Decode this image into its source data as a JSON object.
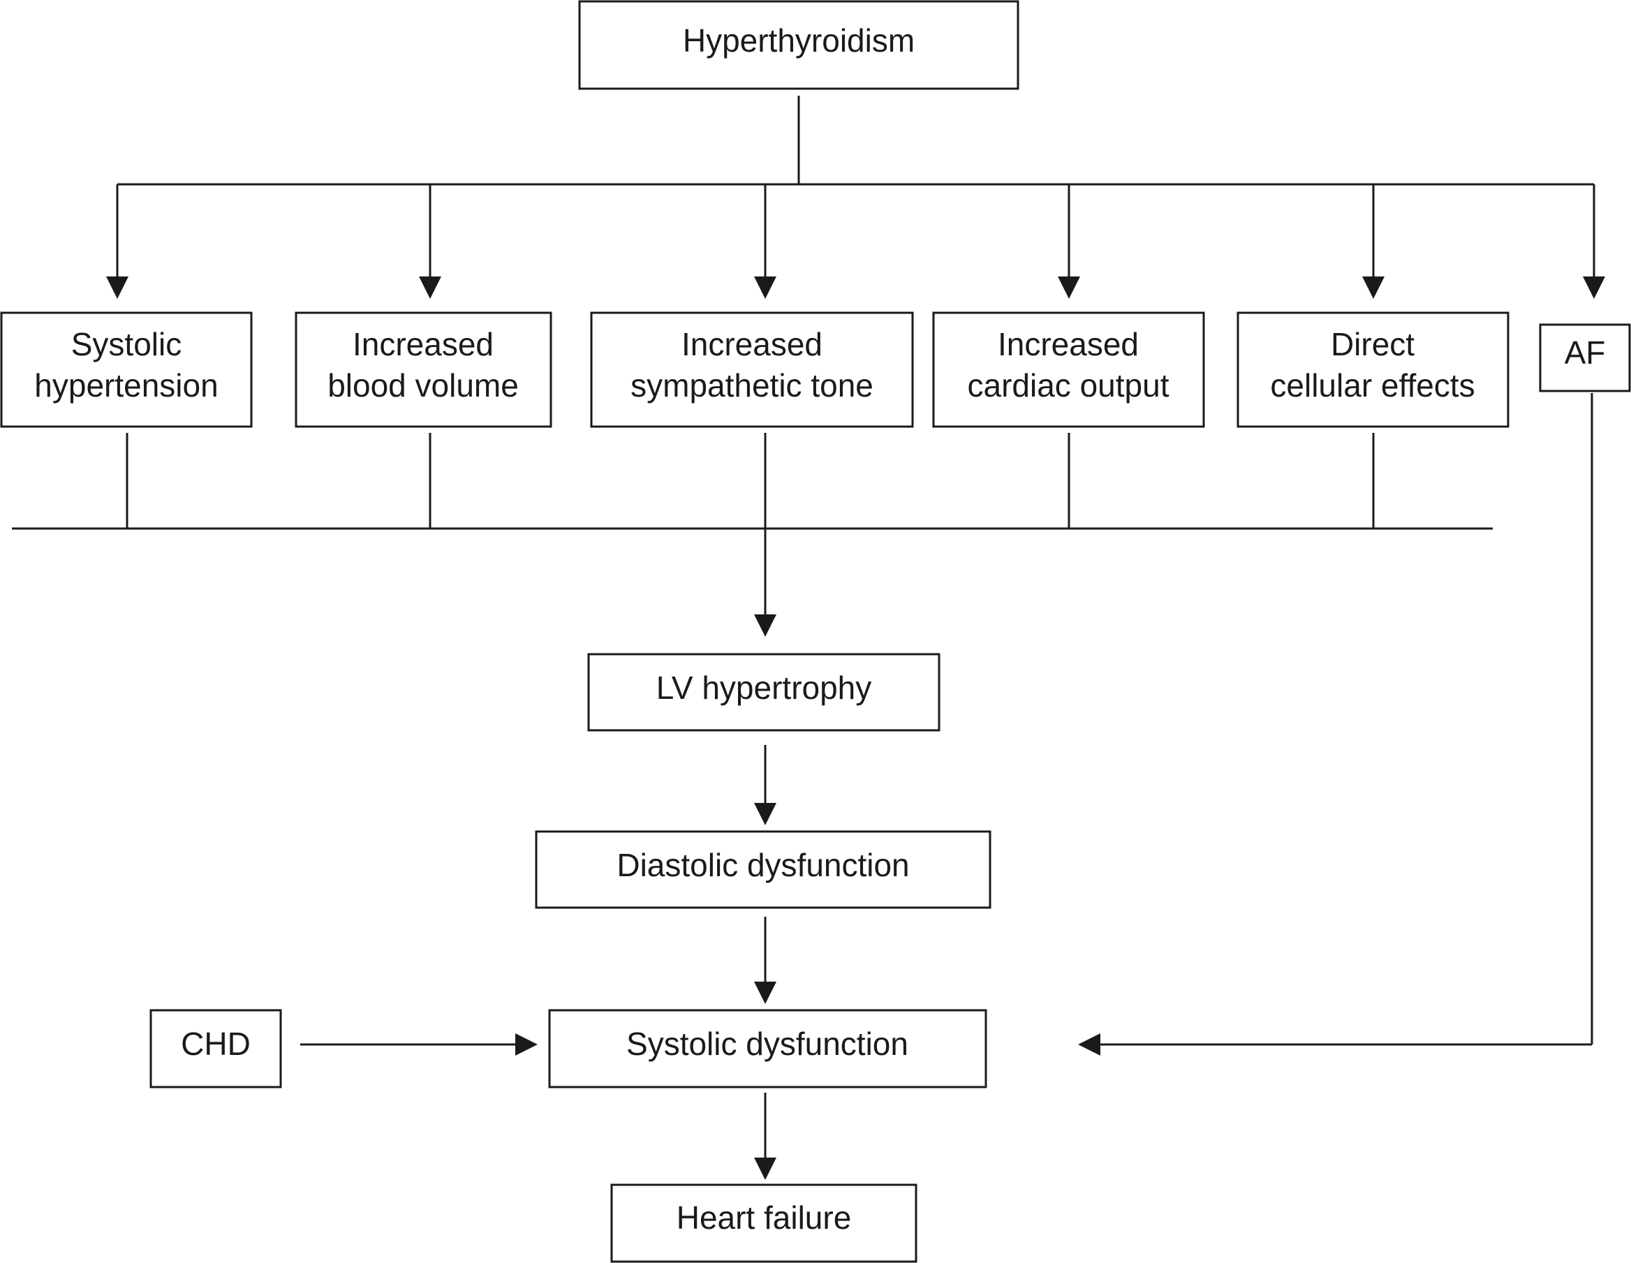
{
  "nodes": {
    "hyperthyroidism": {
      "lines": [
        "Hyperthyroidism"
      ]
    },
    "systolic_hypertension": {
      "lines": [
        "Systolic",
        "hypertension"
      ]
    },
    "increased_blood_volume": {
      "lines": [
        "Increased",
        "blood volume"
      ]
    },
    "increased_sympathetic_tone": {
      "lines": [
        "Increased",
        "sympathetic tone"
      ]
    },
    "increased_cardiac_output": {
      "lines": [
        "Increased",
        "cardiac output"
      ]
    },
    "direct_cellular_effects": {
      "lines": [
        "Direct",
        "cellular effects"
      ]
    },
    "af": {
      "lines": [
        "AF"
      ]
    },
    "lv_hypertrophy": {
      "lines": [
        "LV hypertrophy"
      ]
    },
    "diastolic_dysfunction": {
      "lines": [
        "Diastolic dysfunction"
      ]
    },
    "chd": {
      "lines": [
        "CHD"
      ]
    },
    "systolic_dysfunction": {
      "lines": [
        "Systolic dysfunction"
      ]
    },
    "heart_failure": {
      "lines": [
        "Heart failure"
      ]
    }
  },
  "edges": [
    {
      "from": "hyperthyroidism",
      "to": "systolic_hypertension"
    },
    {
      "from": "hyperthyroidism",
      "to": "increased_blood_volume"
    },
    {
      "from": "hyperthyroidism",
      "to": "increased_sympathetic_tone"
    },
    {
      "from": "hyperthyroidism",
      "to": "increased_cardiac_output"
    },
    {
      "from": "hyperthyroidism",
      "to": "direct_cellular_effects"
    },
    {
      "from": "hyperthyroidism",
      "to": "af"
    },
    {
      "from": "systolic_hypertension",
      "to": "lv_hypertrophy"
    },
    {
      "from": "increased_blood_volume",
      "to": "lv_hypertrophy"
    },
    {
      "from": "increased_sympathetic_tone",
      "to": "lv_hypertrophy"
    },
    {
      "from": "increased_cardiac_output",
      "to": "lv_hypertrophy"
    },
    {
      "from": "direct_cellular_effects",
      "to": "lv_hypertrophy"
    },
    {
      "from": "lv_hypertrophy",
      "to": "diastolic_dysfunction"
    },
    {
      "from": "diastolic_dysfunction",
      "to": "systolic_dysfunction"
    },
    {
      "from": "chd",
      "to": "systolic_dysfunction"
    },
    {
      "from": "af",
      "to": "systolic_dysfunction"
    },
    {
      "from": "systolic_dysfunction",
      "to": "heart_failure"
    }
  ]
}
